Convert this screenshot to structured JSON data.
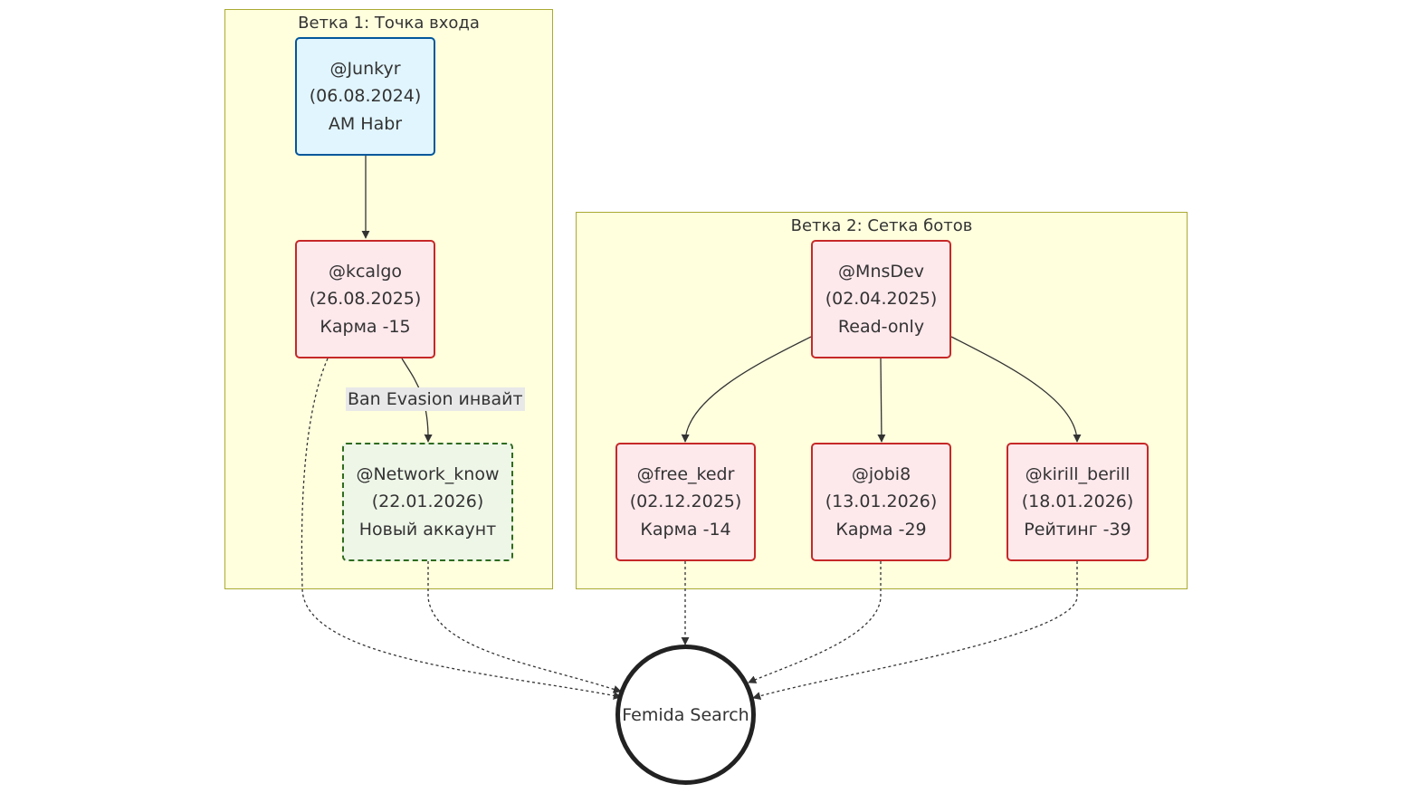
{
  "clusters": [
    {
      "id": "branch1",
      "title": "Ветка 1: Точка входа"
    },
    {
      "id": "branch2",
      "title": "Ветка 2: Сетка ботов"
    }
  ],
  "nodes": {
    "junkyr": {
      "handle": "@Junkyr",
      "date": "(06.08.2024)",
      "note": "AM Habr"
    },
    "kcalgo": {
      "handle": "@kcalgo",
      "date": "(26.08.2025)",
      "note": "Карма -15"
    },
    "network": {
      "handle": "@Network_know",
      "date": "(22.01.2026)",
      "note": "Новый аккаунт"
    },
    "mnsdev": {
      "handle": "@MnsDev",
      "date": "(02.04.2025)",
      "note": "Read-only"
    },
    "freekedr": {
      "handle": "@free_kedr",
      "date": "(02.12.2025)",
      "note": "Карма -14"
    },
    "jobi8": {
      "handle": "@jobi8",
      "date": "(13.01.2026)",
      "note": "Карма -29"
    },
    "kirill": {
      "handle": "@kirill_berill",
      "date": "(18.01.2026)",
      "note": "Рейтинг -39"
    }
  },
  "edge_labels": {
    "kcalgo_network": "Ban Evasion инвайт"
  },
  "target": {
    "label": "Femida Search"
  },
  "colors": {
    "cluster_fill": "#ffffde",
    "cluster_border": "#aaaa33",
    "entry_fill": "#e1f5fe",
    "entry_border": "#01579b",
    "flagged_fill": "#fde8ec",
    "flagged_border": "#c62828",
    "new_fill": "#eef6e8",
    "new_border": "#2e6b1e",
    "edge": "#333333"
  }
}
